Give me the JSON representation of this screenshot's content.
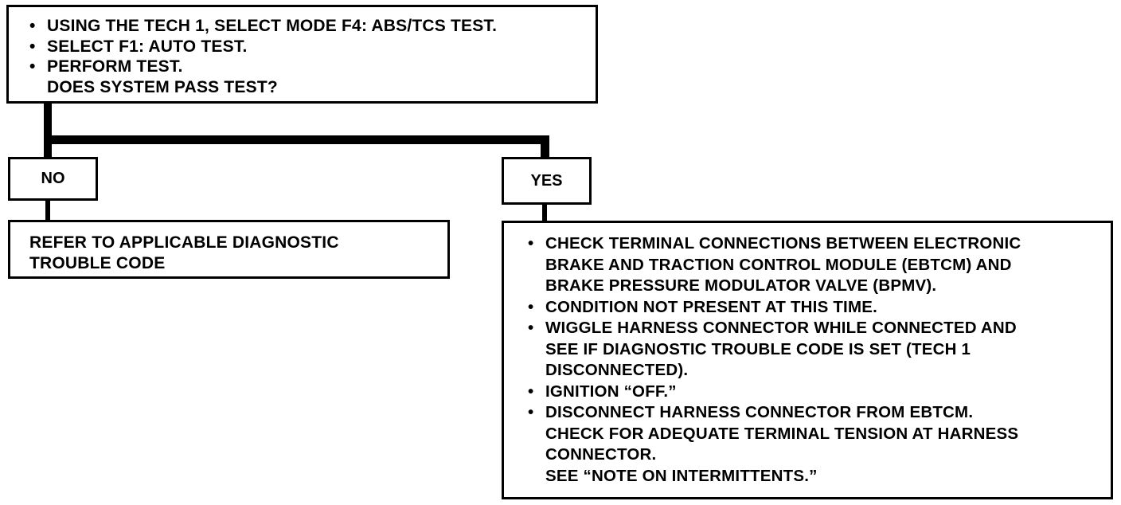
{
  "start": {
    "bullets": [
      "USING THE TECH 1, SELECT MODE F4: ABS/TCS TEST.",
      "SELECT F1: AUTO TEST.",
      "PERFORM TEST."
    ],
    "question": "DOES SYSTEM PASS TEST?"
  },
  "bullet_glyph": "•",
  "no_branch": {
    "label": "NO",
    "action_lines": [
      "REFER TO APPLICABLE DIAGNOSTIC",
      "TROUBLE CODE"
    ]
  },
  "yes_branch": {
    "label": "YES",
    "items": [
      [
        "CHECK TERMINAL CONNECTIONS BETWEEN ELECTRONIC",
        "BRAKE AND TRACTION CONTROL MODULE (EBTCM) AND",
        "BRAKE PRESSURE MODULATOR VALVE (BPMV)."
      ],
      [
        "CONDITION NOT PRESENT AT THIS TIME."
      ],
      [
        "WIGGLE HARNESS CONNECTOR WHILE CONNECTED AND",
        "SEE IF DIAGNOSTIC TROUBLE CODE IS SET (TECH 1",
        "DISCONNECTED)."
      ],
      [
        "IGNITION “OFF.”"
      ],
      [
        "DISCONNECT HARNESS CONNECTOR FROM EBTCM.",
        "CHECK FOR ADEQUATE TERMINAL TENSION AT HARNESS",
        "CONNECTOR."
      ]
    ],
    "note": "SEE “NOTE ON INTERMITTENTS.”"
  }
}
